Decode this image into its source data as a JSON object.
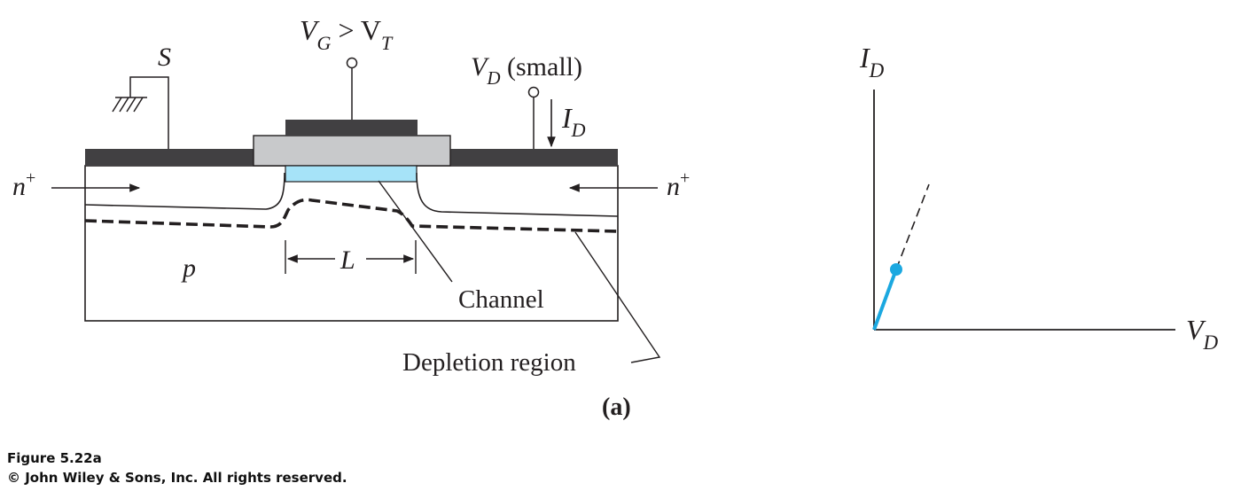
{
  "mosfet": {
    "source_label": "S",
    "gate_label_main": "V",
    "gate_label_sub1": "G",
    "gate_label_op": " > V",
    "gate_label_sub2": "T",
    "drain_label_main": "V",
    "drain_label_sub": "D",
    "drain_label_note": " (small)",
    "current_main": "I",
    "current_sub": "D",
    "n_left": "n",
    "n_right": "n",
    "n_sup": "+",
    "substrate": "p",
    "length": "L",
    "channel": "Channel",
    "depletion": "Depletion region",
    "part": "(a)"
  },
  "graph": {
    "y_main": "I",
    "y_sub": "D",
    "x_main": "V",
    "x_sub": "D"
  },
  "colors": {
    "metal": "#414042",
    "oxide": "#c8c9cb",
    "channel": "#a6e3f8",
    "curve": "#1ba8e0",
    "ink": "#231f20"
  },
  "caption": {
    "figure": "Figure 5.22a",
    "copyright": "© John Wiley & Sons, Inc. All rights reserved."
  }
}
